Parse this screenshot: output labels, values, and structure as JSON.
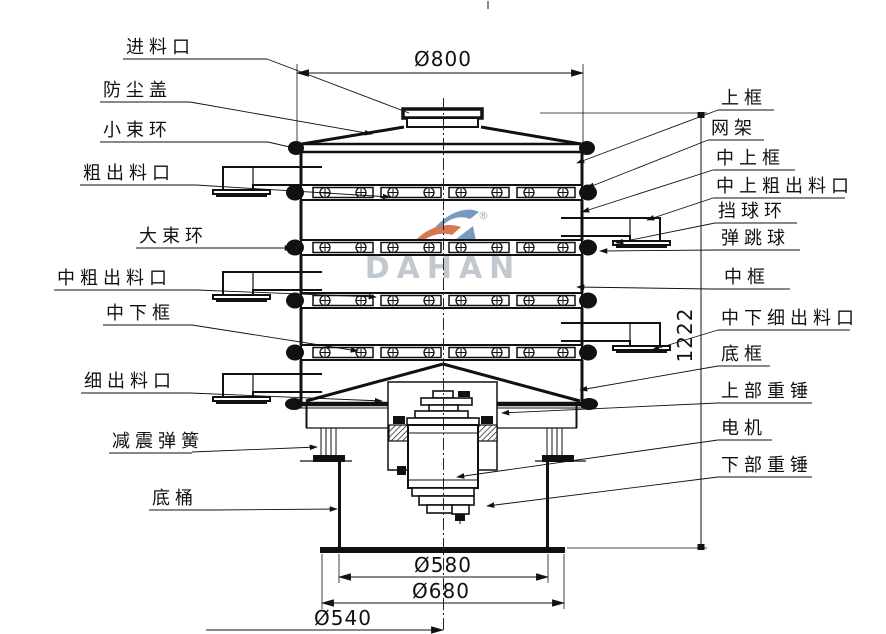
{
  "diagram": {
    "labels_left": [
      {
        "text": "进料口"
      },
      {
        "text": "防尘盖"
      },
      {
        "text": "小束环"
      },
      {
        "text": "粗出料口"
      },
      {
        "text": "大束环"
      },
      {
        "text": "中粗出料口"
      },
      {
        "text": "中下框"
      },
      {
        "text": "细出料口"
      },
      {
        "text": "减震弹簧"
      },
      {
        "text": "底桶"
      }
    ],
    "labels_right": [
      {
        "text": "上框"
      },
      {
        "text": "网架"
      },
      {
        "text": "中上框"
      },
      {
        "text": "中上粗出料口"
      },
      {
        "text": "挡球环"
      },
      {
        "text": "弹跳球"
      },
      {
        "text": "中框"
      },
      {
        "text": "中下细出料口"
      },
      {
        "text": "底框"
      },
      {
        "text": "上部重锤"
      },
      {
        "text": "电机"
      },
      {
        "text": "下部重锤"
      }
    ],
    "dimensions": {
      "top_diameter": "Ø800",
      "total_height": "1222",
      "barrel_diameter": "Ø580",
      "base_plate_diameter": "Ø680",
      "bottom_left_diameter": "Ø540"
    },
    "watermark": {
      "brand": "DAHAN",
      "registered_mark": "®"
    }
  }
}
